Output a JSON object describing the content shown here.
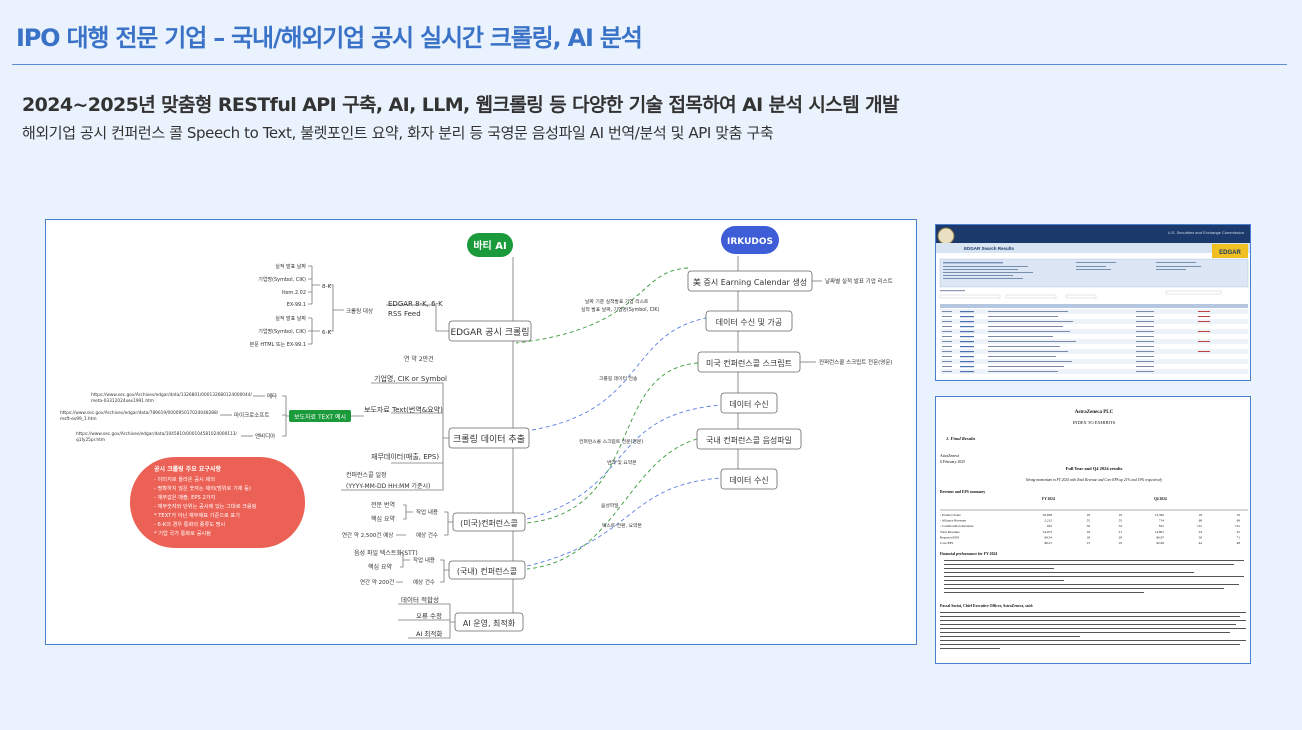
{
  "header": {
    "title": "IPO 대행 전문 기업 – 국내/해외기업 공시 실시간 크롤링, AI 분석",
    "headline": "2024~2025년 맞춤형 RESTful API 구축, AI, LLM, 웹크롤링 등 다양한 기술 접목하여 AI 분석 시스템 개발",
    "subhead": "해외기업 공시 컨퍼런스 콜 Speech to Text, 불렛포인트 요약, 화자 분리 등 국영문 음성파일 AI 번역/분석 및 API 맞춤 구축"
  },
  "diagram": {
    "root_left": "바티 AI",
    "root_right": "IRKUDOS",
    "left_branches": {
      "edgar_crawl": "EDGAR 공시 크롤링",
      "crawl_target": "크롤링 대상",
      "edgar_feed_line1": "EDGAR 8-K, 6-K",
      "edgar_feed_line2": "RSS Feed",
      "group1": [
        "실적 발표 날짜",
        "기업명(Symbol, CIK)",
        "Item 2.02",
        "EX-99.1"
      ],
      "group1_tag": "8-K",
      "group2": [
        "실적 발표 날짜",
        "기업명(Symbol, CIK)",
        "본문 HTML 또는 EX-99.1"
      ],
      "group2_tag": "6-K",
      "annual_count": "연 약 2만건",
      "crawl_data": "크롤링 데이터 추출",
      "crawl_items": [
        "기업명, CIK or Symbol",
        "보도자료 Text(번역&요약)",
        "재무데이터(매출, EPS)",
        "컨퍼런스콜 일정",
        "(YYYY-MM-DD HH:MM 기준시)"
      ],
      "press_text": "보도자료 TEXT 예시",
      "examples": [
        {
          "url1": "https://www.sec.gov/Archives/edgar/data/1326801/000132680124000044/",
          "url2": "meta-03312024xex1991.htm",
          "name": "메타"
        },
        {
          "url1": "https://www.sec.gov/Archives/edgar/data/789019/000095017024048288/",
          "url2": "msft-ex99_1.htm",
          "name": "마이크로소프트"
        },
        {
          "url1": "https://www.sec.gov/Archives/edgar/data/1045810/000104581024000113/",
          "url2": "q1fy25pr.htm",
          "name": "엔비디아"
        }
      ],
      "requirements": [
        "공시 크롤링 주요 요구사항",
        "- 이미지로 올라온 공시 제외",
        "- 명확하지 않은 숫자는 제외(범위로 기재 등)",
        "- 재무값은 매출, EPS 2가지",
        "- 재무숫자와 단위는 공시에 있는 그대로 크롤링",
        "  * TEXT가 아닌 재무제표 기준으로 표기",
        "- 6-K의 경우 통화의 종류도 명시",
        "  * 기업 국가 통화로 공시됨"
      ],
      "us_conf": "(미국)컨퍼런스콜",
      "us_items": [
        "전문 번역",
        "핵심 요약"
      ],
      "us_work": "작업 내용",
      "us_volume": "연간 약 2,500건 예상",
      "us_expect": "예상 건수",
      "kr_conf": "(국내) 컨퍼런스콜",
      "kr_items": [
        "음성 파일 텍스트화(STT)",
        "핵심 요약"
      ],
      "kr_work": "작업 내용",
      "kr_volume": "연간 약 200건",
      "kr_expect": "예상 건수",
      "ai_ops": "AI 운영, 최적화",
      "ai_items": [
        "데이터 적합성",
        "오류 수정",
        "AI 최적화"
      ]
    },
    "right_branches": {
      "r1": "美 증시 Earning Calendar 생성",
      "r1_note": "날짜별 실적 발표 기업 리스트",
      "r2": "데이터 수신 및 가공",
      "r3": "미국 컨퍼런스콜 스크립트",
      "r3_note": "컨퍼런스콜 스크립트 전문(영문)",
      "r4": "데이터 수신",
      "r5": "국내 컨퍼런스콜 음성파일",
      "r6": "데이터 수신"
    },
    "flows": {
      "f1a": "날짜 기준 실적발표 기업 리스트",
      "f1b": "실적 발표 날짜, 기업명(Symbol, CIK)",
      "f2": "크롤링 데이터 전송",
      "f3": "컨퍼런스콜 스크립트 전문(영문)",
      "f4": "번역 및 요약본",
      "f5": "음성파일",
      "f6": "텍스트 전환, 요약본"
    }
  },
  "edgar_shot": {
    "title": "EDGAR Search Results",
    "brand": "U.S. Securities and Exchange Commission",
    "logo_text": "EDGAR"
  },
  "report_shot": {
    "company": "AstraZeneca PLC",
    "index": "INDEX TO EXHIBITS",
    "item": "1.     Final Results",
    "issuer": "AstraZeneca",
    "date": "6 February 2025",
    "results_title": "Full Year and Q4 2024 results",
    "results_sub": "Strong momentum in FY 2024 with Total Revenue and Core EPS up 21% and 19% respectively",
    "table_head": "Revenue and EPS summary",
    "col_fy": "FY 2024",
    "col_q4": "Q4 2024",
    "rows": [
      {
        "label": "- Product Sales",
        "fy": "50,938",
        "ch": "18",
        "cer": "19",
        "q4": "13,362",
        "q4ch": "18",
        "q4cer": "19"
      },
      {
        "label": "- Alliance Revenue",
        "fy": "2,212",
        "ch": "55",
        "cer": "55",
        "q4": "714",
        "q4ch": "68",
        "q4cer": "69"
      },
      {
        "label": "- Collaboration Revenue",
        "fy": "923",
        "ch": "56",
        "cer": "54",
        "q4": "815",
        "q4ch": ">2x",
        "q4cer": ">2x"
      },
      {
        "label": "Total Revenue",
        "fy": "54,073",
        "ch": "18",
        "cer": "21",
        "q4": "14,891",
        "q4ch": "24",
        "q4cer": "25"
      },
      {
        "label": "Reported EPS",
        "fy": "$4.54",
        "ch": "18",
        "cer": "29",
        "q4": "$0.97",
        "q4ch": "56",
        "q4cer": "71"
      },
      {
        "label": "Core EPS",
        "fy": "$8.21",
        "ch": "13",
        "cer": "19",
        "q4": "$2.09",
        "q4ch": "44",
        "q4cer": "48"
      }
    ],
    "perf_title": "Financial performance for FY 2024",
    "ceo_title": "Pascal Soriot, Chief Executive Officer, AstraZeneca, said:"
  }
}
